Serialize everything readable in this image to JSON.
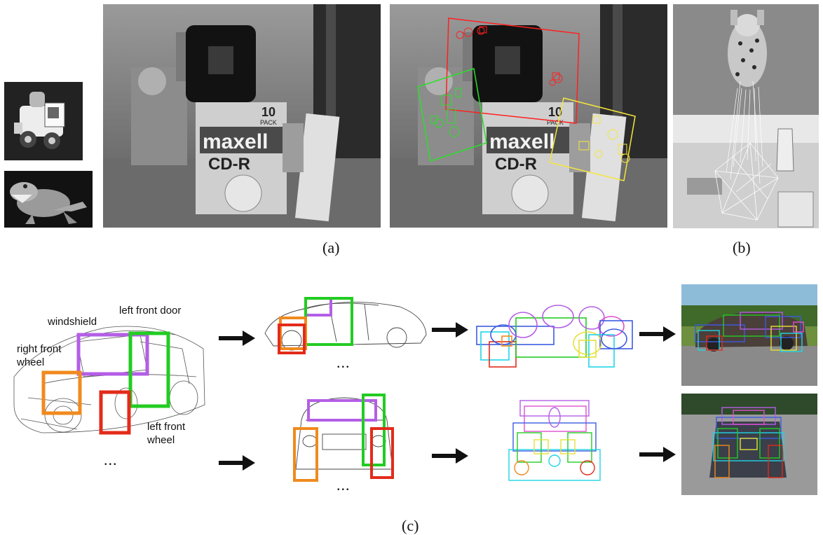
{
  "figure": {
    "captions": {
      "a": "(a)",
      "b": "(b)",
      "c": "(c)"
    },
    "panel_a": {
      "box_text": {
        "pack_number": "10",
        "pack_word": "PACK",
        "brand": "maxell",
        "product": "CD-R"
      }
    },
    "panel_c": {
      "part_labels": {
        "windshield": "windshield",
        "left_front_door": "left front door",
        "right_front_wheel": "right front\nwheel",
        "left_front_wheel": "left front\nwheel"
      },
      "ellipsis": "...",
      "part_colors": {
        "windshield": "#b45ee6",
        "left_front_door": "#22cc22",
        "right_front_wheel": "#f08a1e",
        "left_front_wheel": "#e32b1a"
      }
    }
  }
}
